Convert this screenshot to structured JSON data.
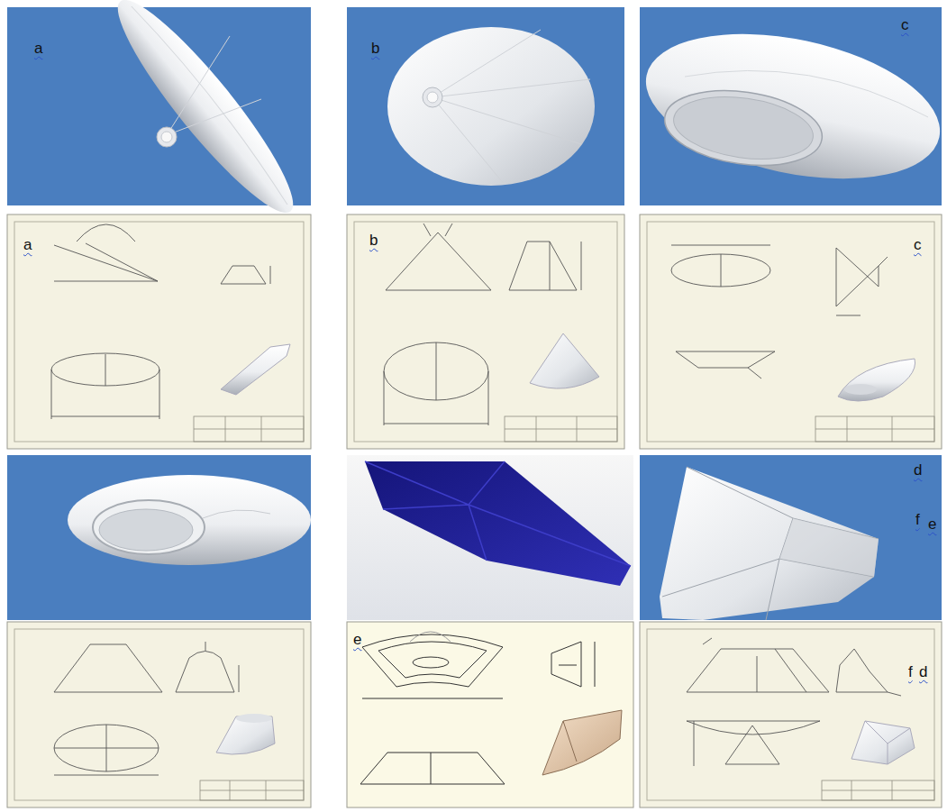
{
  "diagram": {
    "labels": [
      "a",
      "b",
      "c",
      "a",
      "b",
      "c",
      "d",
      "e",
      "f",
      "d",
      "e",
      "f"
    ]
  }
}
